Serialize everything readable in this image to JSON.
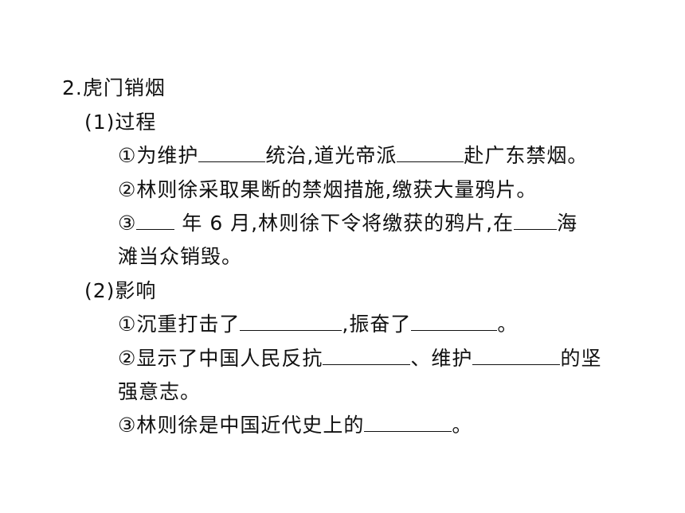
{
  "section_title": "2.虎门销烟",
  "process": {
    "heading": "(1)过程",
    "item1": {
      "prefix": "①为维护",
      "mid1": "统治,道光帝派",
      "suffix": "赴广东禁烟。"
    },
    "item2": {
      "text": "②林则徐采取果断的禁烟措施,缴获大量鸦片。"
    },
    "item3": {
      "prefix": "③",
      "mid1": " 年 6 月,林则徐下令将缴获的鸦片,在",
      "suffix": "海",
      "cont": "滩当众销毁。"
    }
  },
  "impact": {
    "heading": "(2)影响",
    "item1": {
      "prefix": "①沉重打击了",
      "mid1": ",振奋了",
      "suffix": "。"
    },
    "item2": {
      "prefix": "②显示了中国人民反抗",
      "mid1": "、维护",
      "suffix": "的坚",
      "cont": "强意志。"
    },
    "item3": {
      "prefix": "③林则徐是中国近代史上的",
      "suffix": "。"
    }
  }
}
